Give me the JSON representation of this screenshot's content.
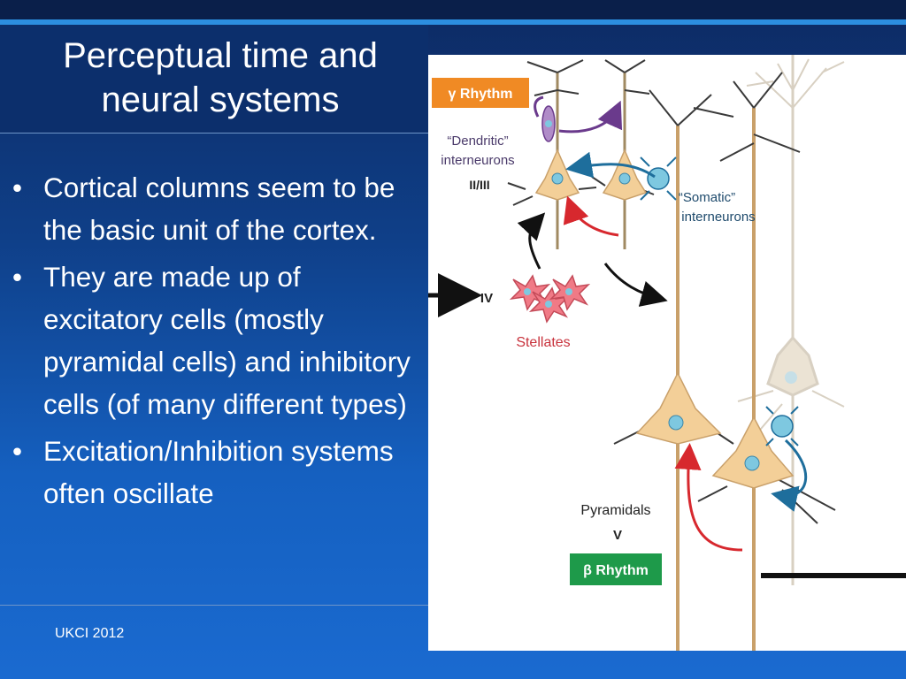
{
  "slide": {
    "title_line1": "Perceptual time  and",
    "title_line2": "neural systems",
    "bullets": [
      "Cortical columns seem to be the basic unit of the cortex.",
      "They are made up of excitatory cells  (mostly pyramidal cells)  and inhibitory cells (of many different types)",
      "Excitation/Inhibition systems often oscillate"
    ],
    "bullet_glyph": "•",
    "footer": "UKCI 2012"
  },
  "figure": {
    "gamma_rhythm": "γ Rhythm",
    "beta_rhythm": "β Rhythm",
    "dendritic_line1": "“Dendritic”",
    "dendritic_line2": "interneurons",
    "layer_2_3": "II/III",
    "somatic_line1": "“Somatic”",
    "somatic_line2": "interneurons",
    "layer_4": "IV",
    "stellates": "Stellates",
    "pyramidals": "Pyramidals",
    "layer_5": "V"
  },
  "colors": {
    "gamma_box": "#f08a24",
    "beta_box": "#1e9a4a",
    "cell_body": "#f3cf98",
    "stellate": "#f07a86",
    "interneuron": "#7ec8e0",
    "red_arrow": "#d7282e",
    "blue_arrow": "#1e6e9c",
    "purple_arrow": "#6a3a8c"
  }
}
